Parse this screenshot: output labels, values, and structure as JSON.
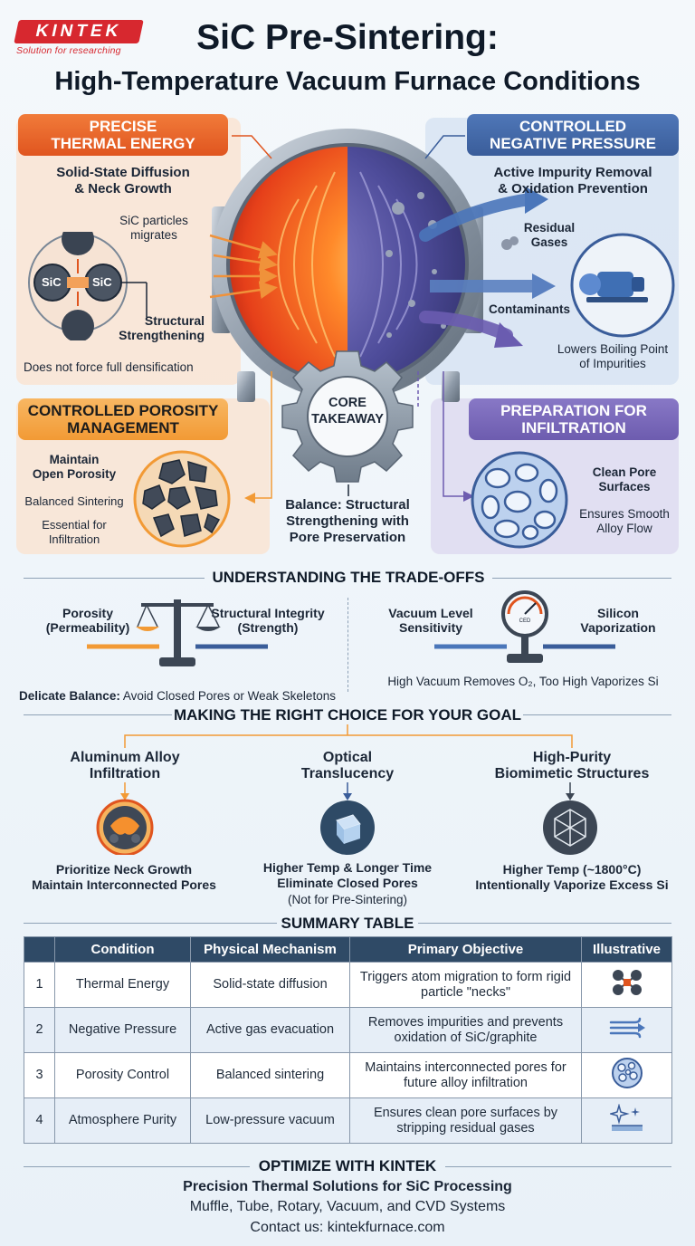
{
  "brand": {
    "name": "KINTEK",
    "tagline": "Solution for researching"
  },
  "title": {
    "line1": "SiC Pre-Sintering:",
    "line2": "High-Temperature Vacuum Furnace Conditions"
  },
  "thermal": {
    "tag": "PRECISE\nTHERMAL ENERGY",
    "heading": "Solid-State Diffusion\n& Neck Growth",
    "note_migrates": "SiC particles\nmigrates",
    "particle_label": "SiC",
    "note_strength": "Structural\nStrengthening",
    "note_density": "Does not force full densification"
  },
  "pressure": {
    "tag": "CONTROLLED\nNEGATIVE PRESSURE",
    "heading": "Active Impurity Removal\n& Oxidation Prevention",
    "residual": "Residual\nGases",
    "contaminants": "Contaminants",
    "boiling": "Lowers Boiling Point\nof Impurities"
  },
  "porosity": {
    "tag": "CONTROLLED POROSITY\nMANAGEMENT",
    "maintain": "Maintain\nOpen Porosity",
    "balanced": "Balanced Sintering",
    "essential": "Essential for\nInfiltration"
  },
  "infiltration": {
    "tag": "PREPARATION FOR\nINFILTRATION",
    "clean": "Clean Pore\nSurfaces",
    "smooth": "Ensures Smooth\nAlloy Flow"
  },
  "core": {
    "gear_label": "CORE\nTAKEAWAY",
    "balance": "Balance: Structural\nStrengthening with\nPore Preservation"
  },
  "tradeoffs": {
    "title": "UNDERSTANDING THE TRADE-OFFS",
    "left_a": "Porosity\n(Permeability)",
    "left_b": "Structural Integrity\n(Strength)",
    "left_caption_bold": "Delicate Balance:",
    "left_caption": " Avoid Closed Pores or Weak Skeletons",
    "right_a": "Vacuum Level\nSensitivity",
    "right_b": "Silicon\nVaporization",
    "gauge_label": "CED",
    "right_caption": "High Vacuum Removes O₂, Too High Vaporizes Si"
  },
  "choice": {
    "title": "MAKING THE RIGHT CHOICE FOR YOUR GOAL",
    "items": [
      {
        "heading": "Aluminum Alloy\nInfiltration",
        "detail": "Prioritize Neck Growth\nMaintain Interconnected Pores",
        "note": ""
      },
      {
        "heading": "Optical\nTranslucency",
        "detail": "Higher Temp & Longer Time\nEliminate Closed Pores",
        "note": "(Not for Pre-Sintering)"
      },
      {
        "heading": "High-Purity\nBiomimetic Structures",
        "detail": "Higher Temp (~1800°C)\nIntentionally Vaporize Excess Si",
        "note": ""
      }
    ]
  },
  "summary": {
    "title": "SUMMARY TABLE",
    "headers": [
      "",
      "Condition",
      "Physical Mechanism",
      "Primary Objective",
      "Illustrative"
    ],
    "rows": [
      {
        "n": "1",
        "condition": "Thermal Energy",
        "mechanism": "Solid-state diffusion",
        "objective": "Triggers atom migration to form rigid particle \"necks\""
      },
      {
        "n": "2",
        "condition": "Negative Pressure",
        "mechanism": "Active gas evacuation",
        "objective": "Removes impurities and prevents oxidation of SiC/graphite"
      },
      {
        "n": "3",
        "condition": "Porosity Control",
        "mechanism": "Balanced sintering",
        "objective": "Maintains interconnected pores for future alloy infiltration"
      },
      {
        "n": "4",
        "condition": "Atmosphere Purity",
        "mechanism": "Low-pressure vacuum",
        "objective": "Ensures clean pore surfaces by stripping residual gases"
      }
    ]
  },
  "footer": {
    "title": "OPTIMIZE WITH KINTEK",
    "line1": "Precision Thermal Solutions for SiC Processing",
    "line2": "Muffle, Tube, Rotary, Vacuum, and CVD Systems",
    "contact": "Contact us: kintekfurnace.com"
  },
  "colors": {
    "orange": "#e0551f",
    "blue": "#3a5d9a",
    "amber": "#f29a35",
    "purple": "#6d5caf",
    "navy": "#2f4a66"
  }
}
